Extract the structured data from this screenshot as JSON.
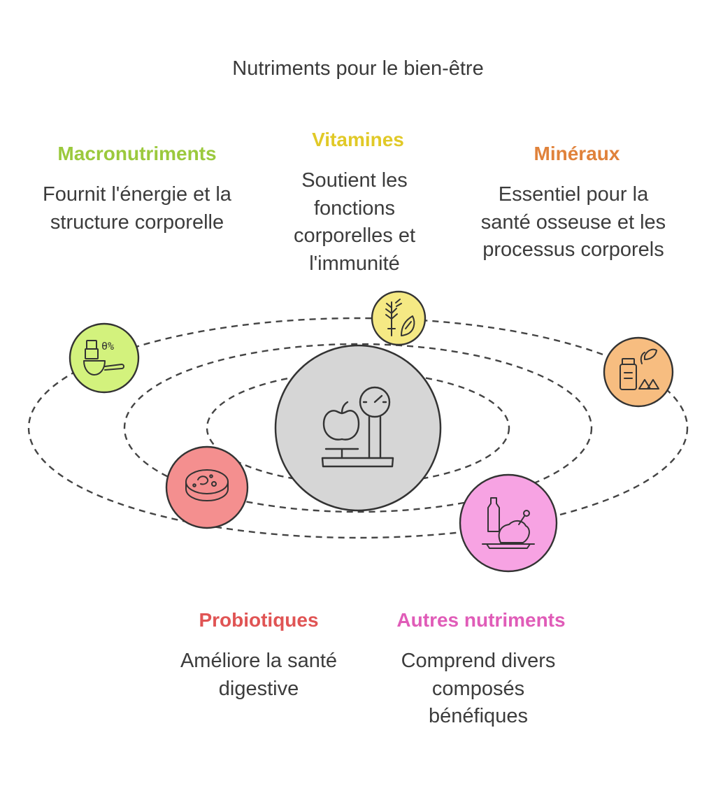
{
  "title": "Nutriments pour le bien-être",
  "colors": {
    "macronutriments": "#9bc93d",
    "vitamines": "#e1c927",
    "mineraux": "#e0823b",
    "probiotiques": "#e05454",
    "autres": "#e05cb8"
  },
  "categories": {
    "macronutriments": {
      "title": "Macronutriments",
      "description": "Fournit l'énergie et la structure corporelle",
      "icon": "measuring-scoop-icon"
    },
    "vitamines": {
      "title": "Vitamines",
      "description": "Soutient les fonctions corporelles et l'immunité",
      "icon": "herbs-icon"
    },
    "mineraux": {
      "title": "Minéraux",
      "description": "Essentiel pour la santé osseuse et les processus corporels",
      "icon": "supplements-icon"
    },
    "probiotiques": {
      "title": "Probiotiques",
      "description": "Améliore la santé digestive",
      "icon": "petri-dish-icon"
    },
    "autres": {
      "title": "Autres nutriments",
      "description": "Comprend divers composés bénéfiques",
      "icon": "roast-chicken-icon"
    }
  },
  "center": {
    "icon": "apple-scale-icon"
  }
}
